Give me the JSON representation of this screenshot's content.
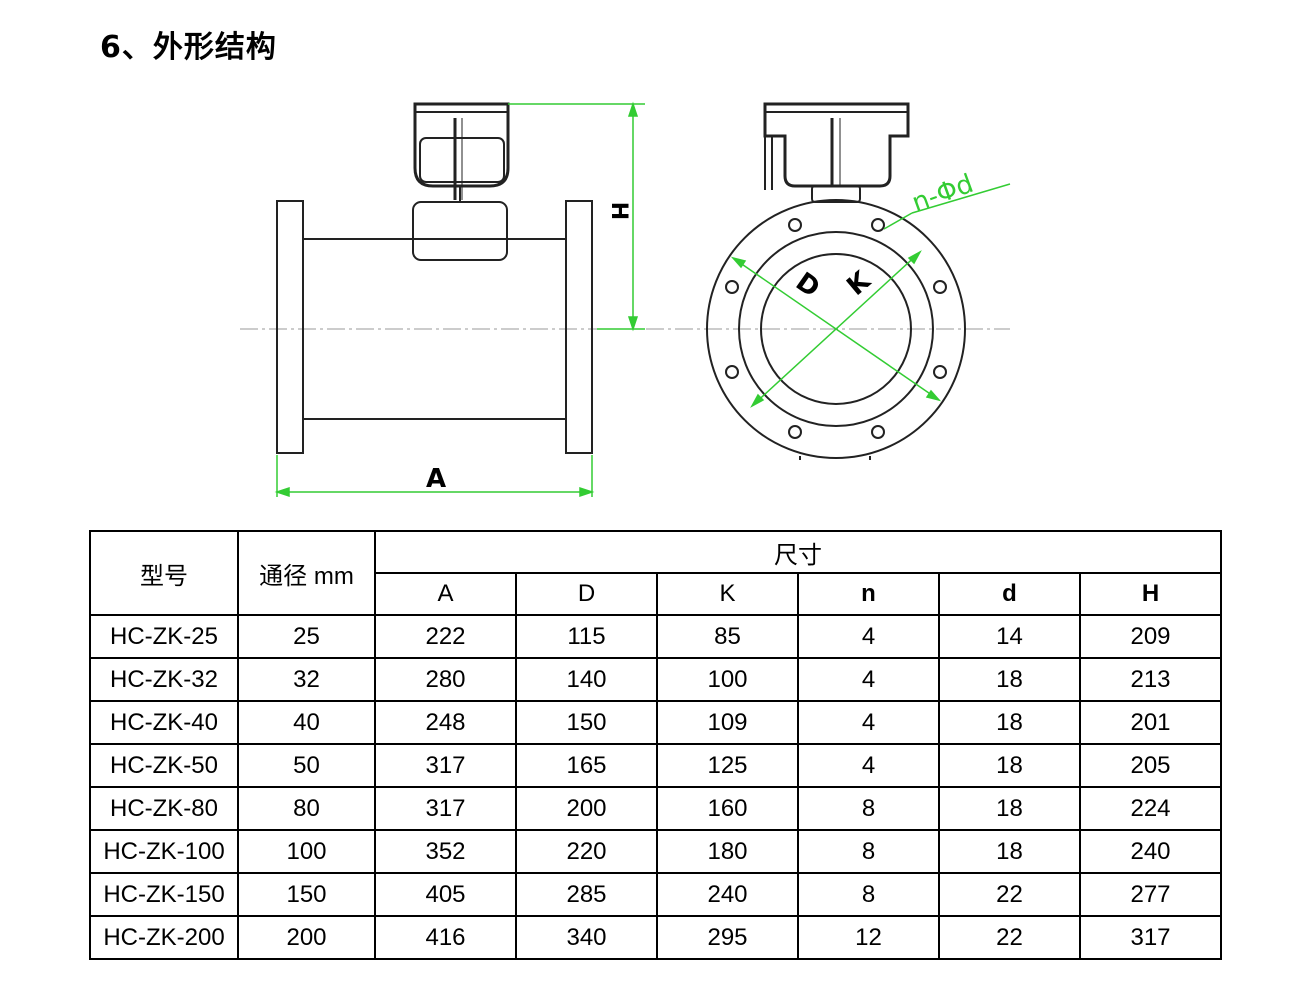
{
  "heading": "6、外形结构",
  "drawing": {
    "label_A": "A",
    "label_H": "H",
    "label_D": "D",
    "label_K": "K",
    "label_nd": "n-Φd",
    "accent_color": "#33cc33"
  },
  "table": {
    "header_model": "型号",
    "header_bore": "通径 mm",
    "header_size": "尺寸",
    "columns": [
      "A",
      "D",
      "K",
      "n",
      "d",
      "H"
    ],
    "rows": [
      [
        "HC-ZK-25",
        "25",
        "222",
        "115",
        "85",
        "4",
        "14",
        "209"
      ],
      [
        "HC-ZK-32",
        "32",
        "280",
        "140",
        "100",
        "4",
        "18",
        "213"
      ],
      [
        "HC-ZK-40",
        "40",
        "248",
        "150",
        "109",
        "4",
        "18",
        "201"
      ],
      [
        "HC-ZK-50",
        "50",
        "317",
        "165",
        "125",
        "4",
        "18",
        "205"
      ],
      [
        "HC-ZK-80",
        "80",
        "317",
        "200",
        "160",
        "8",
        "18",
        "224"
      ],
      [
        "HC-ZK-100",
        "100",
        "352",
        "220",
        "180",
        "8",
        "18",
        "240"
      ],
      [
        "HC-ZK-150",
        "150",
        "405",
        "285",
        "240",
        "8",
        "22",
        "277"
      ],
      [
        "HC-ZK-200",
        "200",
        "416",
        "340",
        "295",
        "12",
        "22",
        "317"
      ]
    ]
  }
}
